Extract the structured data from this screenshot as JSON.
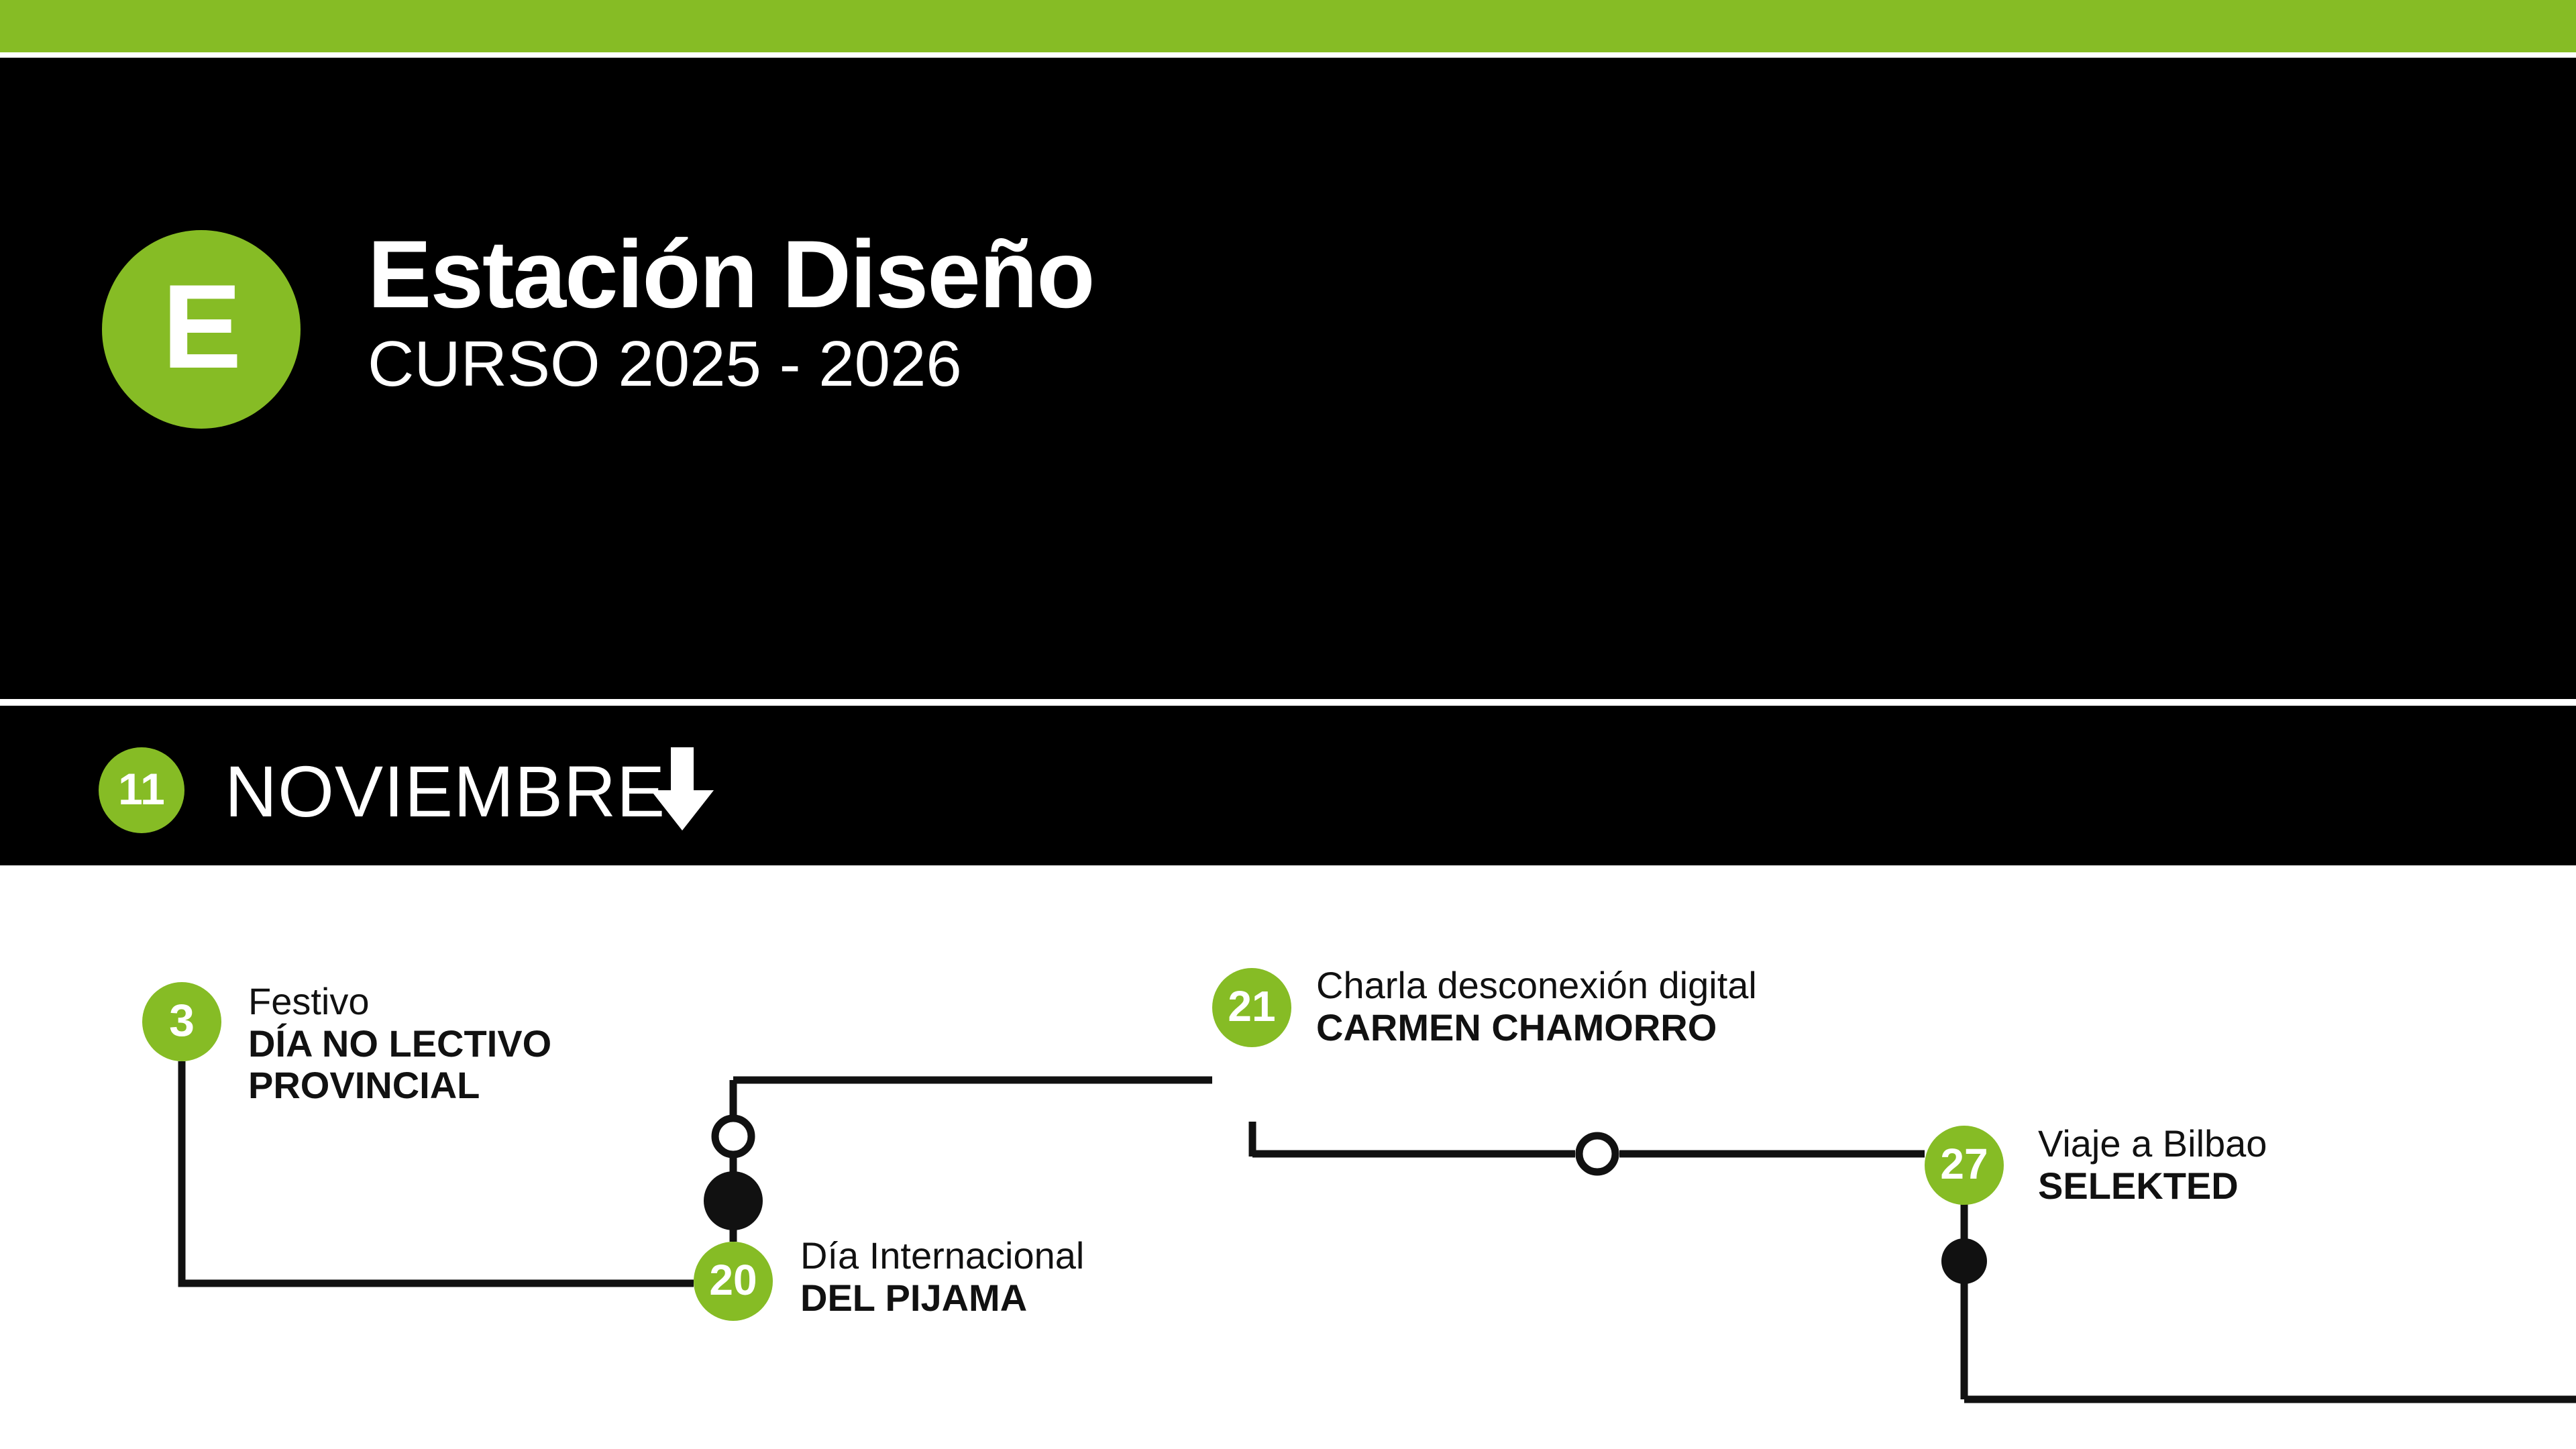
{
  "theme": {
    "accent_green": "#86bc25",
    "background_dark": "#000000",
    "background_light": "#ffffff",
    "text_on_dark": "#ffffff",
    "text_on_light": "#111111"
  },
  "header": {
    "logo_letter": "E",
    "title": "Estación Diseño",
    "subtitle": "CURSO 2025 - 2026"
  },
  "month_band": {
    "month_number": "11",
    "month_name": "NOVIEMBRE",
    "arrow_icon": "arrow-down-icon"
  },
  "timeline": {
    "events": [
      {
        "day": "3",
        "line1": "Festivo",
        "line2": "DÍA NO LECTIVO",
        "line3": "PROVINCIAL"
      },
      {
        "day": "20",
        "line1": "Día Internacional",
        "line2": "DEL PIJAMA",
        "line3": ""
      },
      {
        "day": "21",
        "line1": "Charla desconexión digital",
        "line2": "CARMEN CHAMORRO",
        "line3": ""
      },
      {
        "day": "27",
        "line1": "Viaje a Bilbao",
        "line2": "SELEKTED",
        "line3": ""
      }
    ]
  }
}
